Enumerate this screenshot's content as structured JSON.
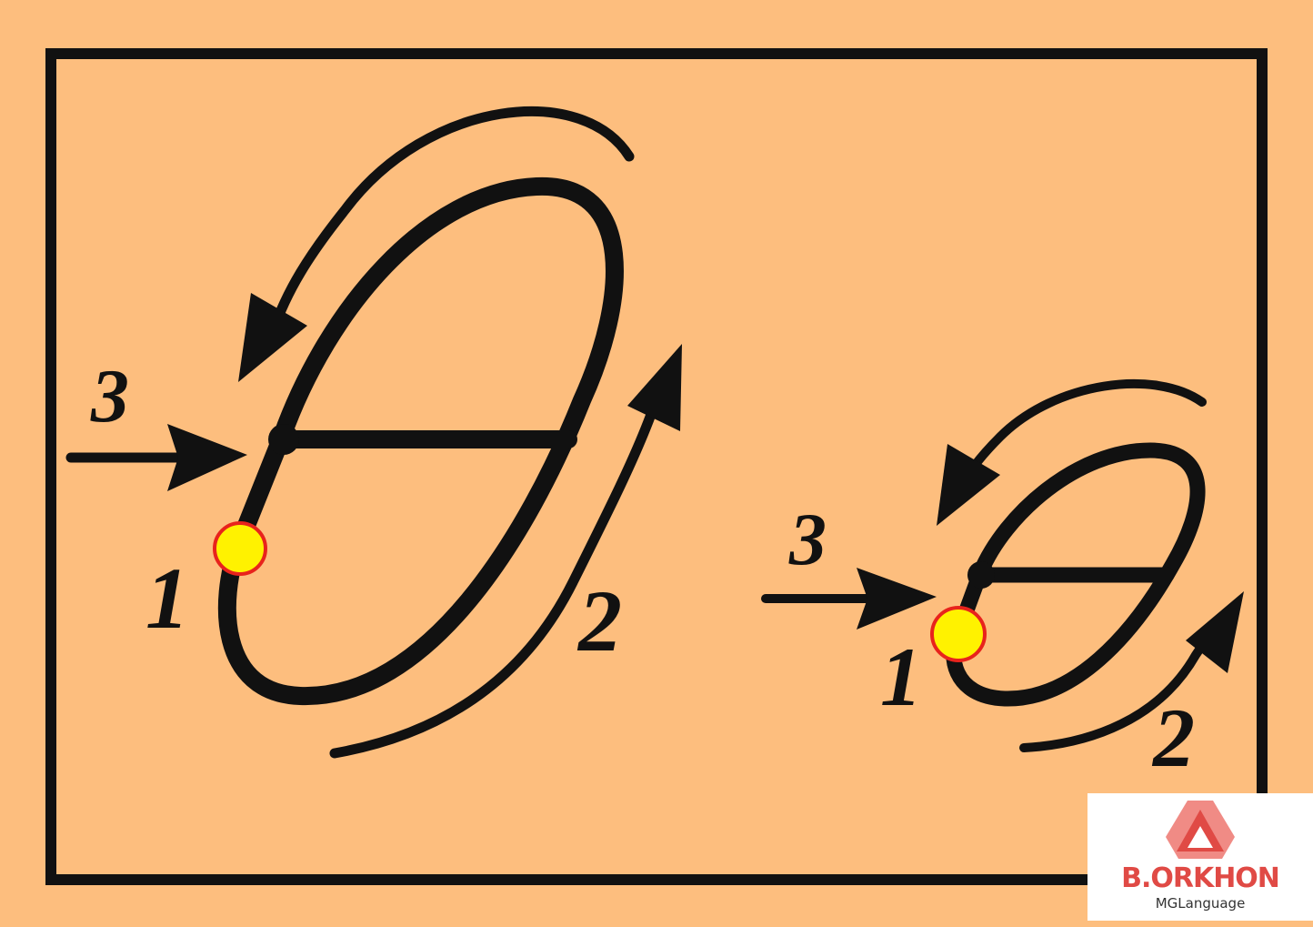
{
  "diagram": {
    "large_letter": {
      "step_labels": {
        "one": "1",
        "two": "2",
        "three": "3"
      }
    },
    "small_letter": {
      "step_labels": {
        "one": "1",
        "two": "2",
        "three": "3"
      }
    }
  },
  "logo": {
    "brand": "B.ORKHON",
    "subtitle": "MGLanguage",
    "icon": "triangle-logo-icon"
  },
  "colors": {
    "background": "#FDBE7E",
    "stroke": "#111111",
    "start_dot": "#FFF200",
    "start_dot_border": "#E8231C",
    "brand": "#E04A45"
  }
}
